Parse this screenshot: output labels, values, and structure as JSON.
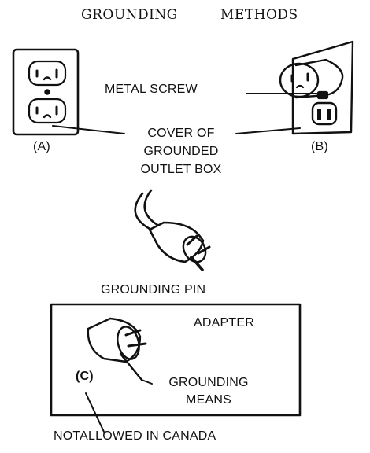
{
  "title": {
    "word1": "GROUNDING",
    "word2": "METHODS"
  },
  "labels": {
    "a": "(A)",
    "b": "(B)",
    "c": "(C)",
    "metal_screw": "METAL SCREW",
    "cover_line1": "COVER OF",
    "cover_line2": "GROUNDED",
    "cover_line3": "OUTLET BOX",
    "grounding_pin": "GROUNDING PIN",
    "adapter": "ADAPTER",
    "grounding_means_line1": "GROUNDING",
    "grounding_means_line2": "MEANS",
    "not_allowed": "NOTALLOWED IN CANADA"
  }
}
